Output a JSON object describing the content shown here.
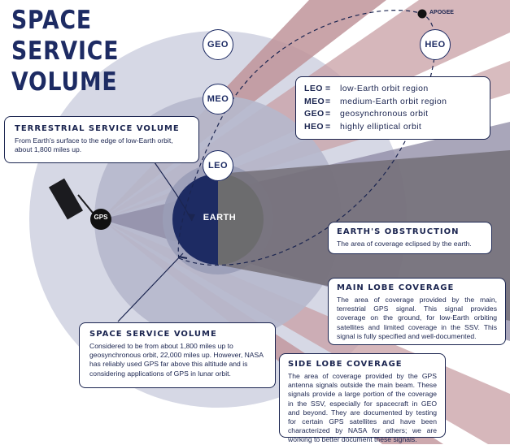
{
  "title": {
    "line1": "SPACE",
    "line2": "SERVICE",
    "line3": "VOLUME"
  },
  "orbits": {
    "geo": "GEO",
    "meo": "MEO",
    "leo": "LEO",
    "heo": "HEO"
  },
  "earth_label": "EARTH",
  "apogee_label": "APOGEE",
  "gps_label": "GPS",
  "legend": [
    {
      "abbr": "LEO",
      "eq": "=",
      "text": "low-Earth orbit region"
    },
    {
      "abbr": "MEO",
      "eq": "=",
      "text": "medium-Earth orbit region"
    },
    {
      "abbr": "GEO",
      "eq": "=",
      "text": "geosynchronous orbit"
    },
    {
      "abbr": "HEO",
      "eq": "=",
      "text": "highly elliptical orbit"
    }
  ],
  "terrestrial": {
    "heading": "TERRESTRIAL SERVICE VOLUME",
    "body": "From Earth's surface to the edge of low-Earth orbit, about 1,800 miles up."
  },
  "obstruction": {
    "heading": "EARTH'S OBSTRUCTION",
    "body": "The area of coverage eclipsed by the earth."
  },
  "main_lobe": {
    "heading": "MAIN LOBE COVERAGE",
    "body": "The area of coverage provided by the main, terrestrial GPS signal. This signal provides coverage on the ground, for low-Earth orbiting satellites and limited coverage in the SSV. This signal is fully specified and well-documented."
  },
  "ssv": {
    "heading": "SPACE SERVICE VOLUME",
    "body": "Considered to be from about 1,800 miles up to geosynchronous orbit, 22,000 miles up. However, NASA has reliably used GPS far above this altitude and is considering applications of GPS in lunar orbit."
  },
  "side_lobe": {
    "heading": "SIDE LOBE COVERAGE",
    "body": "The area of coverage provided by the GPS antenna signals outside the main beam. These signals provide a large portion of the coverage in the SSV, especially for spacecraft in GEO and beyond. They are documented by testing for certain GPS satellites and have been characterized by NASA for others; we are working to better document these signals."
  },
  "colors": {
    "navy": "#1d2b63",
    "side_lobe": "#b88a90",
    "main_lobe": "#8f8aa4",
    "earth_shadow": "#6e6a6e",
    "geo_region": "#d3d5e3",
    "meo_region": "#b4b6cb",
    "leo_region": "#9699b4"
  }
}
